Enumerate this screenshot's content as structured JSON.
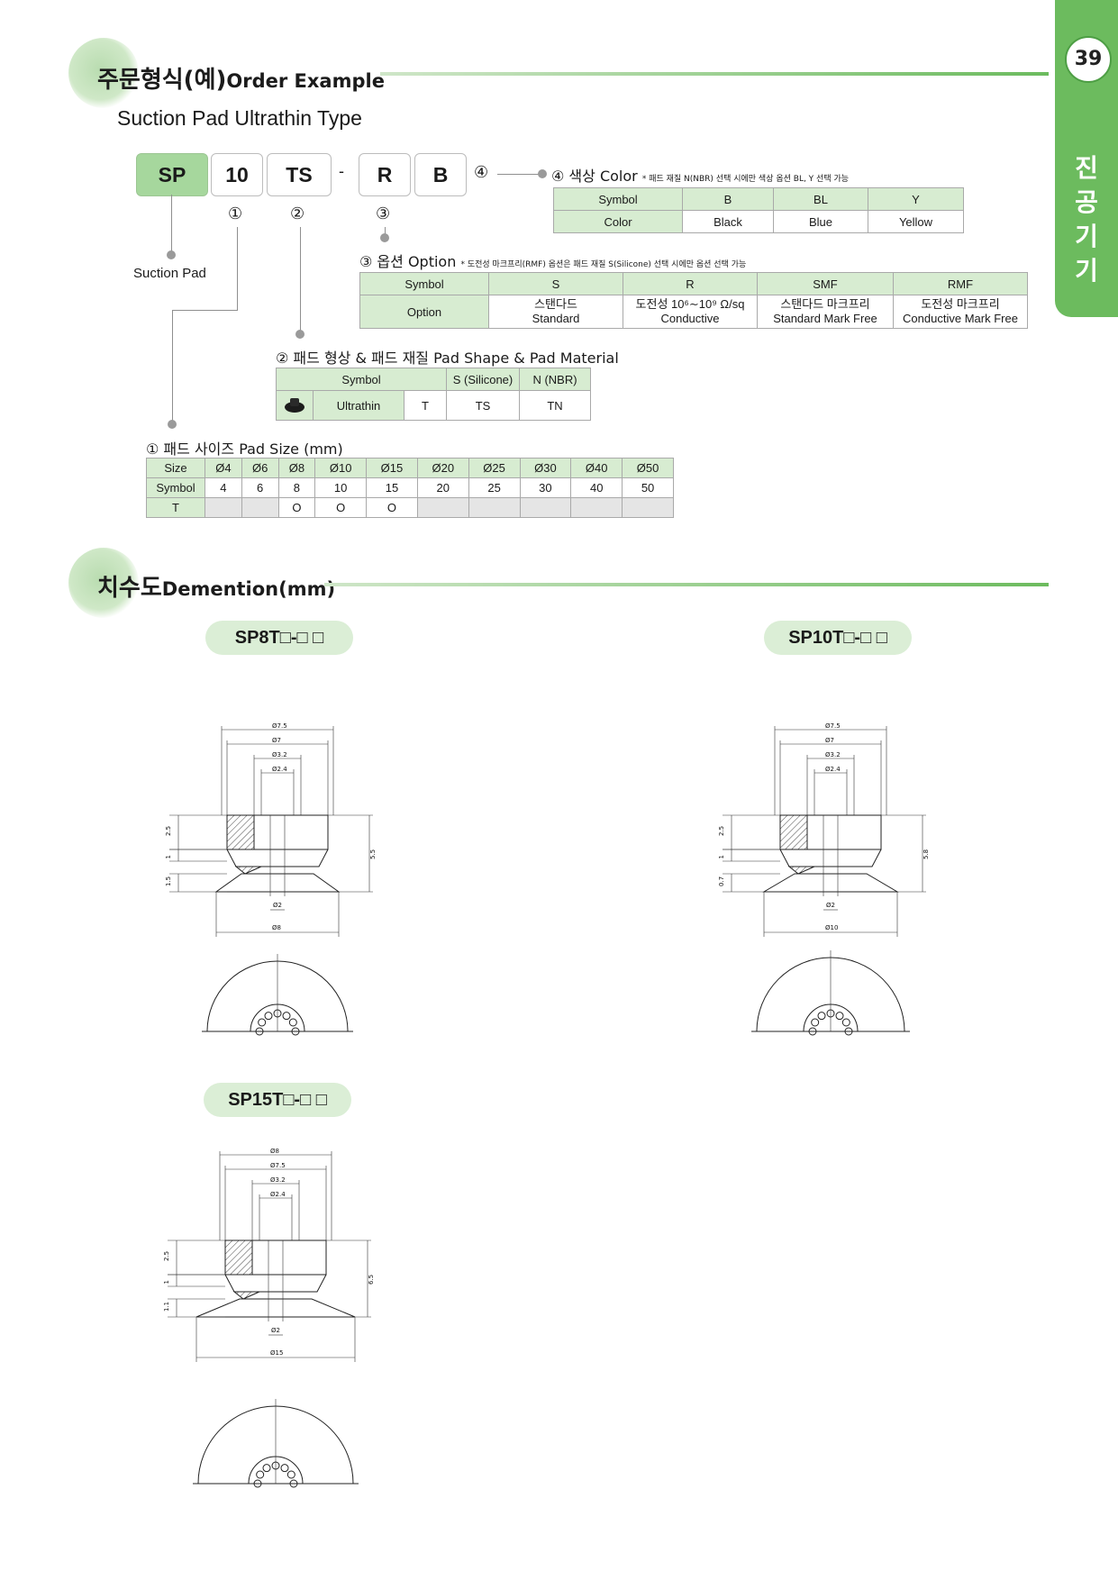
{
  "page_number": "39",
  "category_vertical": [
    "진",
    "공",
    "기",
    "기"
  ],
  "order_section": {
    "title_ko": "주문형식(예)",
    "title_en": "Order Example",
    "subtitle": "Suction Pad Ultrathin Type",
    "code_boxes": [
      "SP",
      "10",
      "TS",
      "R",
      "B"
    ],
    "dash": "-",
    "markers": [
      "①",
      "②",
      "③",
      "④"
    ],
    "suction_pad_label": "Suction Pad"
  },
  "color_table": {
    "heading": "④ 색상 Color",
    "note": "* 패드 재질 N(NBR) 선택 시에만 색상 옵션  BL, Y 선택 가능",
    "rows": [
      [
        "Symbol",
        "B",
        "BL",
        "Y"
      ],
      [
        "Color",
        "Black",
        "Blue",
        "Yellow"
      ]
    ]
  },
  "option_table": {
    "heading": "③ 옵션 Option",
    "note": "* 도전성 마크프리(RMF) 옵션은 패드 재질 S(Silicone) 선택 시에만 옵션 선택 가능",
    "header": [
      "Symbol",
      "S",
      "R",
      "SMF",
      "RMF"
    ],
    "row_label": "Option",
    "cells": [
      {
        "ko": "스탠다드",
        "en": "Standard"
      },
      {
        "ko": "도전성 10⁶∼10⁹ Ω/sq",
        "en": "Conductive"
      },
      {
        "ko": "스탠다드 마크프리",
        "en": "Standard Mark Free"
      },
      {
        "ko": "도전성 마크프리",
        "en": "Conductive Mark Free"
      }
    ]
  },
  "shape_table": {
    "heading": "② 패드 형상 & 패드 재질 Pad Shape & Pad Material",
    "header": [
      "Symbol",
      "S (Silicone)",
      "N (NBR)"
    ],
    "row": [
      "Ultrathin",
      "T",
      "TS",
      "TN"
    ]
  },
  "size_table": {
    "heading": "① 패드 사이즈 Pad Size (mm)",
    "rows": [
      [
        "Size",
        "Ø4",
        "Ø6",
        "Ø8",
        "Ø10",
        "Ø15",
        "Ø20",
        "Ø25",
        "Ø30",
        "Ø40",
        "Ø50"
      ],
      [
        "Symbol",
        "4",
        "6",
        "8",
        "10",
        "15",
        "20",
        "25",
        "30",
        "40",
        "50"
      ],
      [
        "T",
        "",
        "",
        "O",
        "O",
        "O",
        "",
        "",
        "",
        "",
        ""
      ]
    ]
  },
  "dimension_section": {
    "title_ko": "치수도",
    "title_en": "Demention(mm)",
    "models": [
      "SP8T□-□ □",
      "SP10T□-□ □",
      "SP15T□-□ □"
    ],
    "drawings": [
      {
        "top": [
          "Ø7.5",
          "Ø7",
          "Ø3.2",
          "Ø2.4"
        ],
        "left": [
          "2.5",
          "1",
          "1.5"
        ],
        "right": "5.5",
        "bottom": [
          "Ø2",
          "Ø8"
        ]
      },
      {
        "top": [
          "Ø7.5",
          "Ø7",
          "Ø3.2",
          "Ø2.4"
        ],
        "left": [
          "2.5",
          "1",
          "0.7"
        ],
        "right": "5.8",
        "bottom": [
          "Ø2",
          "Ø10"
        ]
      },
      {
        "top": [
          "Ø8",
          "Ø7.5",
          "Ø3.2",
          "Ø2.4"
        ],
        "left": [
          "2.5",
          "1",
          "1.1"
        ],
        "right": "6.5",
        "bottom": [
          "Ø2",
          "Ø15"
        ]
      }
    ]
  },
  "colors": {
    "accent": "#6cbb5e",
    "table_header": "#d7ecd1",
    "sp_box": "#a6d79d",
    "model_pill": "#dbeed6"
  }
}
